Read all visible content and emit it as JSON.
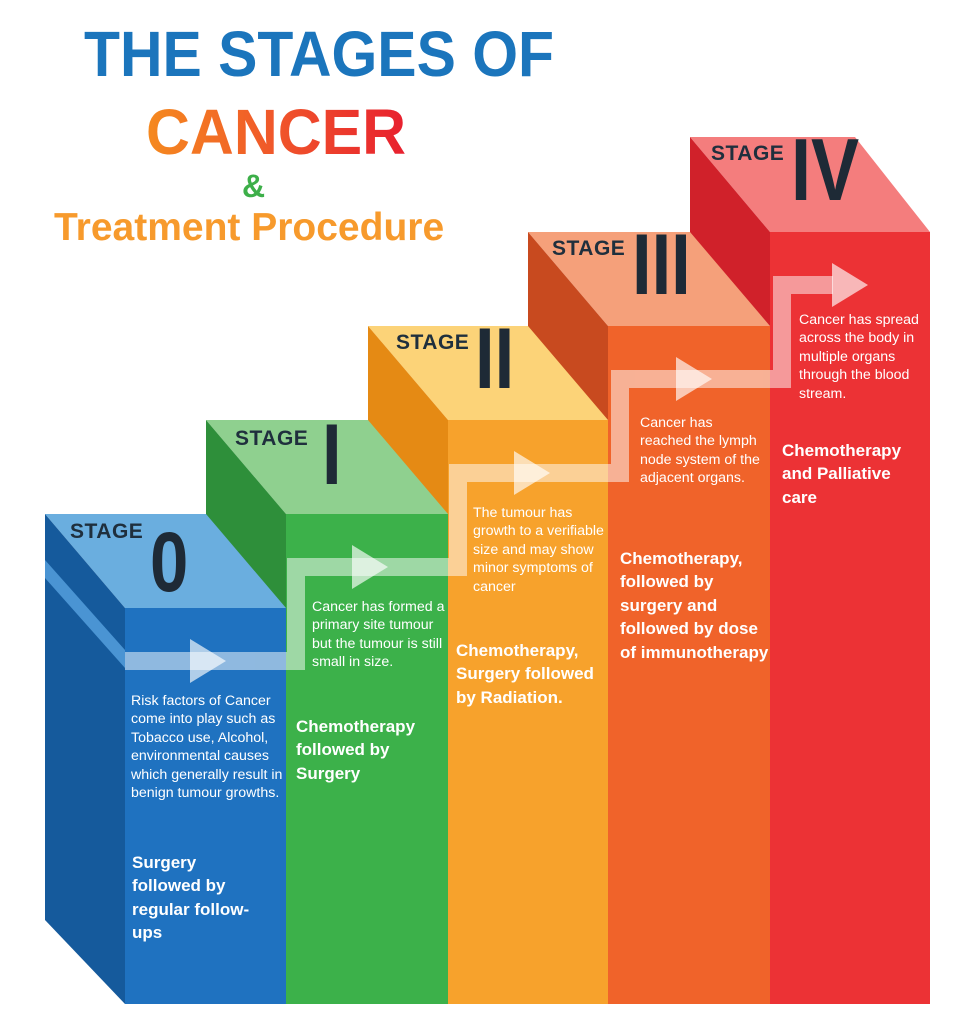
{
  "title": {
    "line1": "THE STAGES OF",
    "line2": "CANCER",
    "line3": "&",
    "line4": "Treatment Procedure"
  },
  "stages": [
    {
      "label": "STAGE",
      "numeral": "0",
      "description": "Risk factors of Cancer come into play such as Tobacco use, Alcohol, environmental causes which generally result in benign tumour growths.",
      "treatment": "Surgery followed by regular follow-ups",
      "colors": {
        "front": "#1f72c0",
        "side": "#155a9c",
        "top": "#6aaedf"
      }
    },
    {
      "label": "STAGE",
      "numeral": "I",
      "description": "Cancer has formed a primary site tumour but the tumour is still small in size.",
      "treatment": "Chemotherapy followed by Surgery",
      "colors": {
        "front": "#3cb14a",
        "side": "#2e8f3a",
        "top": "#8fd08f"
      }
    },
    {
      "label": "STAGE",
      "numeral": "II",
      "description": "The tumour has growth to a verifiable size and may show minor symptoms of cancer",
      "treatment": "Chemotherapy, Surgery followed by Radiation.",
      "colors": {
        "front": "#f7a22c",
        "side": "#e58a14",
        "top": "#fcd378"
      }
    },
    {
      "label": "STAGE",
      "numeral": "III",
      "description": "Cancer has reached the lymph node system of the adjacent organs.",
      "treatment": "Chemotherapy, followed by surgery and followed by dose of immunotherapy",
      "colors": {
        "front": "#f0632a",
        "side": "#c84a1f",
        "top": "#f5a07a"
      }
    },
    {
      "label": "STAGE",
      "numeral": "IV",
      "description": "Cancer has spread across the body in multiple organs through the blood stream.",
      "treatment": "Chemotherapy and Palliative care",
      "colors": {
        "front": "#ec3235",
        "side": "#d0212a",
        "top": "#f47d7d"
      }
    }
  ]
}
